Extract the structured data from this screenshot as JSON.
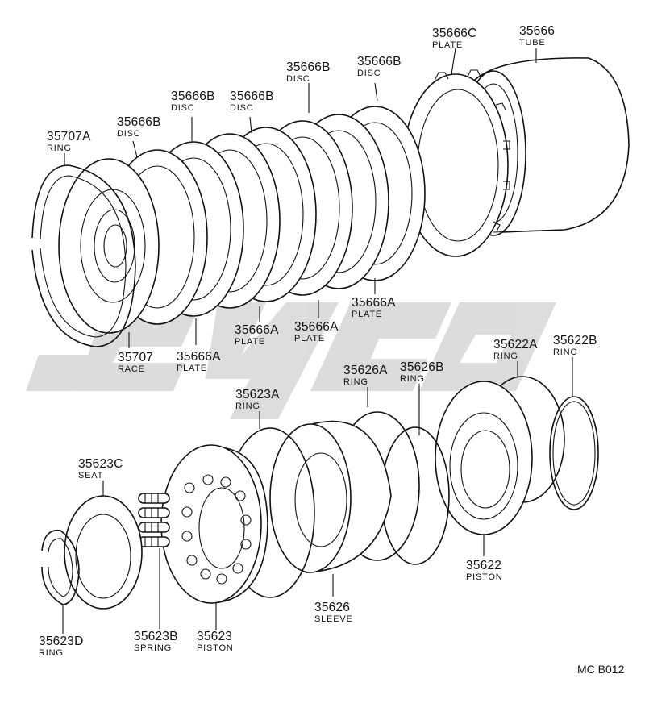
{
  "diagram": {
    "parts": [
      {
        "id": "p35707A",
        "number": "35707A",
        "desc": "RING"
      },
      {
        "id": "p35707",
        "number": "35707",
        "desc": "RACE"
      },
      {
        "id": "p35666B_1",
        "number": "35666B",
        "desc": "DISC"
      },
      {
        "id": "p35666B_2",
        "number": "35666B",
        "desc": "DISC"
      },
      {
        "id": "p35666B_3",
        "number": "35666B",
        "desc": "DISC"
      },
      {
        "id": "p35666B_4",
        "number": "35666B",
        "desc": "DISC"
      },
      {
        "id": "p35666B_5",
        "number": "35666B",
        "desc": "DISC"
      },
      {
        "id": "p35666C",
        "number": "35666C",
        "desc": "PLATE"
      },
      {
        "id": "p35666",
        "number": "35666",
        "desc": "TUBE"
      },
      {
        "id": "p35666A_1",
        "number": "35666A",
        "desc": "PLATE"
      },
      {
        "id": "p35666A_2",
        "number": "35666A",
        "desc": "PLATE"
      },
      {
        "id": "p35666A_3",
        "number": "35666A",
        "desc": "PLATE"
      },
      {
        "id": "p35666A_4",
        "number": "35666A",
        "desc": "PLATE"
      },
      {
        "id": "p35622A",
        "number": "35622A",
        "desc": "RING"
      },
      {
        "id": "p35622B",
        "number": "35622B",
        "desc": "RING"
      },
      {
        "id": "p35626A",
        "number": "35626A",
        "desc": "RING"
      },
      {
        "id": "p35626B",
        "number": "35626B",
        "desc": "RING"
      },
      {
        "id": "p35623A",
        "number": "35623A",
        "desc": "RING"
      },
      {
        "id": "p35623C",
        "number": "35623C",
        "desc": "SEAT"
      },
      {
        "id": "p35622",
        "number": "35622",
        "desc": "PISTON"
      },
      {
        "id": "p35626",
        "number": "35626",
        "desc": "SLEEVE"
      },
      {
        "id": "p35623D",
        "number": "35623D",
        "desc": "RING"
      },
      {
        "id": "p35623B",
        "number": "35623B",
        "desc": "SPRING"
      },
      {
        "id": "p35623",
        "number": "35623",
        "desc": "PISTON"
      }
    ],
    "drawing_code": "MC B012",
    "watermark_text": "cyclo",
    "colors": {
      "ink": "#111111",
      "watermark": "#d9d9d9",
      "background": "#ffffff"
    }
  }
}
